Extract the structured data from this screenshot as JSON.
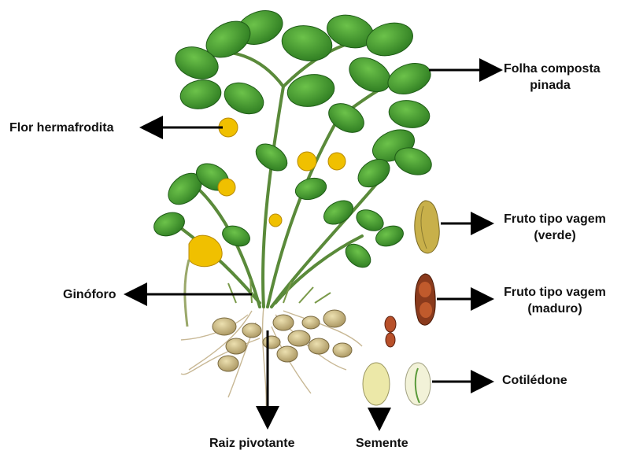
{
  "labels": {
    "folha_composta": [
      "Folha composta",
      "pinada"
    ],
    "flor": "Flor hermafrodita",
    "fruto_verde": [
      "Fruto tipo vagem",
      "(verde)"
    ],
    "fruto_maduro": [
      "Fruto tipo vagem",
      "(maduro)"
    ],
    "ginoforo": "Ginóforo",
    "cotiledone": "Cotilédone",
    "raiz": "Raiz pivotante",
    "semente": "Semente"
  },
  "colors": {
    "leaf": "#3f9a2e",
    "leaf_dark": "#256b1c",
    "flower": "#e9b800",
    "pod_green": "#c9b24a",
    "pod_mature": "#8a3a1c",
    "root": "#c8b895",
    "arrow": "#000000"
  }
}
